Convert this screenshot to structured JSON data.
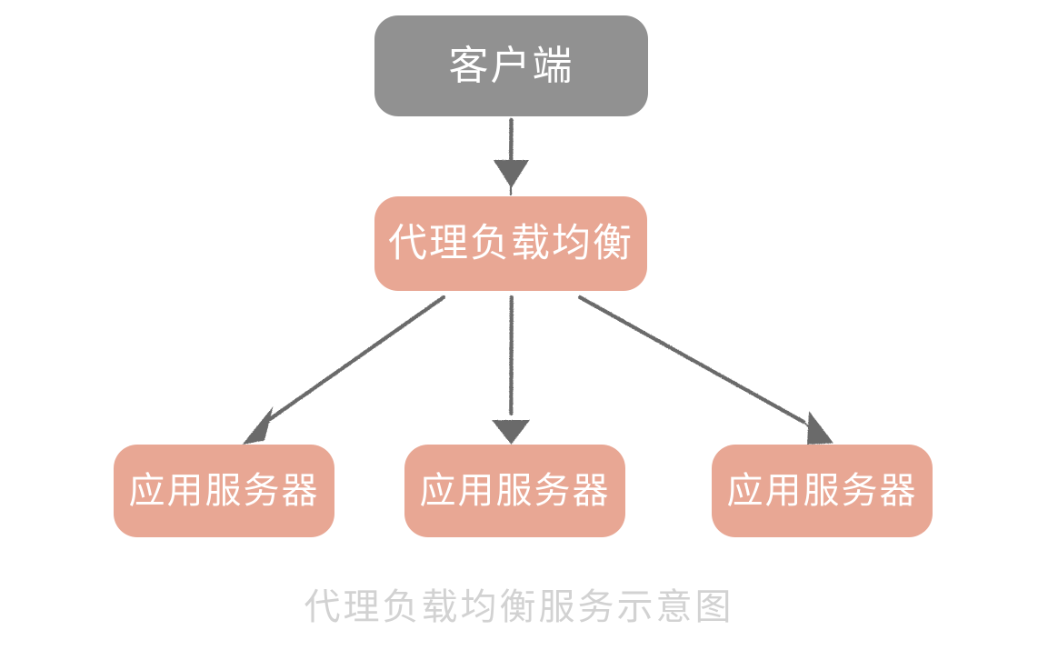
{
  "diagram": {
    "title": "代理负载均衡服务示意图",
    "colors": {
      "client_fill": "#919191",
      "node_fill": "#e8a794",
      "arrow_stroke": "#6b6b6b",
      "caption_text": "#d2d2d2",
      "label_text": "#ffffff",
      "background": "#ffffff"
    },
    "nodes": [
      {
        "id": "client",
        "label": "客户端",
        "role": "client-node"
      },
      {
        "id": "load_balancer",
        "label": "代理负载均衡",
        "role": "load-balancer-node"
      },
      {
        "id": "app_server_1",
        "label": "应用服务器",
        "role": "app-server-node"
      },
      {
        "id": "app_server_2",
        "label": "应用服务器",
        "role": "app-server-node"
      },
      {
        "id": "app_server_3",
        "label": "应用服务器",
        "role": "app-server-node"
      }
    ],
    "edges": [
      {
        "from": "client",
        "to": "load_balancer",
        "style": "hand-drawn-arrow"
      },
      {
        "from": "load_balancer",
        "to": "app_server_1",
        "style": "hand-drawn-arrow"
      },
      {
        "from": "load_balancer",
        "to": "app_server_2",
        "style": "hand-drawn-arrow"
      },
      {
        "from": "load_balancer",
        "to": "app_server_3",
        "style": "hand-drawn-arrow"
      }
    ],
    "caption": "代理负载均衡服务示意图"
  }
}
